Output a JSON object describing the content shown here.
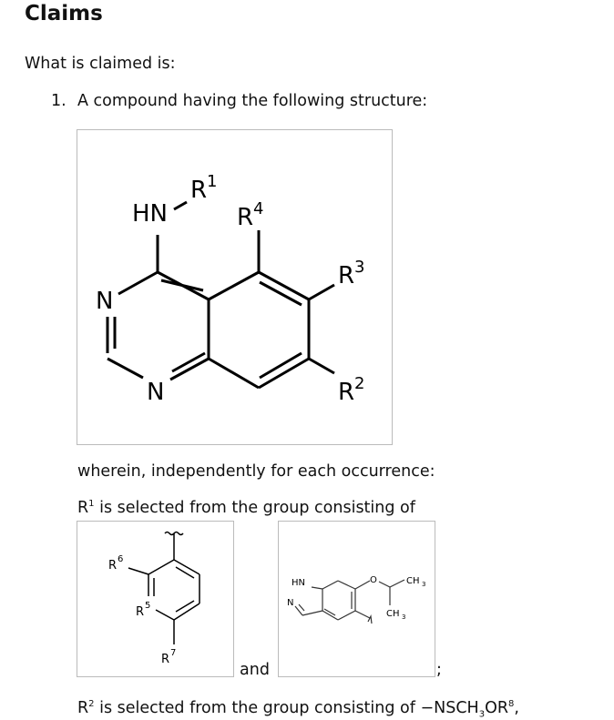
{
  "heading": "Claims",
  "intro": "What is claimed is:",
  "claim": {
    "number": "1.",
    "text": "A compound having the following structure:"
  },
  "structure": {
    "hn": "HN",
    "n3": "N",
    "n1": "N",
    "r1": "R",
    "r1_sup": "1",
    "r2": "R",
    "r2_sup": "2",
    "r3": "R",
    "r3_sup": "3",
    "r4": "R",
    "r4_sup": "4"
  },
  "wherein": "wherein, independently for each occurrence:",
  "r1_line": {
    "r": "R",
    "sup": "1",
    "text": " is selected from the group consisting of"
  },
  "r1_opt1": {
    "r6": "R",
    "r6_sup": "6",
    "r5": "R",
    "r5_sup": "5",
    "r7": "R",
    "r7_sup": "7"
  },
  "r1_opt2": {
    "hn": "HN",
    "n": "N",
    "o": "O",
    "ch3a": "CH",
    "ch3b": "CH",
    "sub": "3"
  },
  "and": "and",
  "semicolon": ";",
  "r2_line": {
    "r": "R",
    "sup": "2",
    "text": " is selected from the group consisting of −NSCH",
    "sub": "3",
    "text2": "OR",
    "sup2": "8",
    "end": ","
  }
}
